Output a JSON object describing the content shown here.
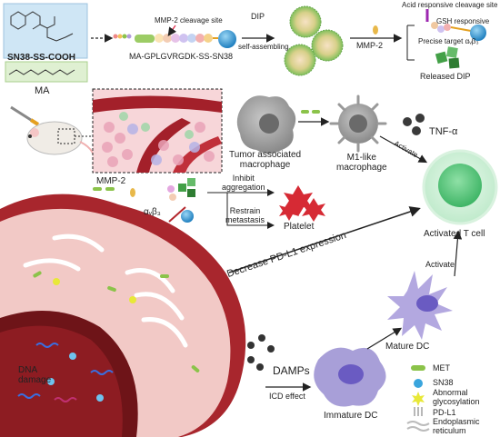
{
  "chemicals": {
    "sn38_label": "SN38-SS-COOH",
    "ma_label": "MA"
  },
  "synthesis": {
    "cleavage_site": "MMP-2 cleavage site",
    "conjugate": "MA-GPLGVRGDK-SS-SN38",
    "dip": "DIP",
    "self_assembling": "self-assembling",
    "mmp2": "MMP-2",
    "acid_site": "Acid responsive cleavage site",
    "gsh": "GSH responsive",
    "precise_target": "Precise target αᵥβ₃",
    "released": "Released DIP"
  },
  "immune": {
    "tam": "Tumor associated\nmacrophage",
    "m1": "M1-like\nmacrophage",
    "tnf": "TNF-α",
    "activate": "Activate",
    "activated_t": "Activated T cell",
    "decrease_pdl1": "Decrease PD-L1 expression",
    "activate2": "Activate",
    "mature_dc": "Mature DC",
    "immature_dc": "Immature DC",
    "damps": "DAMPs",
    "icd": "ICD effect"
  },
  "tumor": {
    "mmp2": "MMP-2",
    "integrin": "αᵥβ₃",
    "inhibit": "Inhibit\naggregation",
    "restrain": "Restrain\nmetastasis",
    "platelet": "Platelet",
    "dna": "DNA\ndamage"
  },
  "legend": {
    "met": "MET",
    "sn38": "SN38",
    "abnormal": "Abnormal\nglycosylation",
    "pdl1": "PD-L1",
    "er": "Endoplasmic\nreticulum"
  },
  "colors": {
    "tumor_red": "#b3262c",
    "nucleus": "#6e1418",
    "cell_pink": "#f3b8b4",
    "t_cell": "#7fd39a",
    "dc_purple": "#a89fd8",
    "macrophage_gray": "#9a9a9a",
    "platelet_red": "#d62a34",
    "sn38_blue": "#3aa5dd",
    "met_green": "#7cc05a",
    "abnormal_yellow": "#e8e838"
  }
}
